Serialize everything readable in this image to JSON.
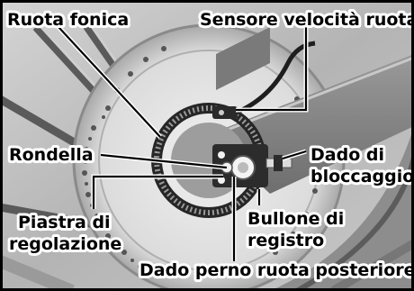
{
  "labels": {
    "tone_wheel": "Ruota fonica",
    "wheel_speed_sensor": "Sensore velocità ruota",
    "washer": "Rondella",
    "lock_nut_line1": "Dado di",
    "lock_nut_line2": "bloccaggio",
    "adjuster_bolt_line1": "Bullone di",
    "adjuster_bolt_line2": "registro",
    "adjusting_plate_line1": "Piastra di",
    "adjusting_plate_line2": "regolazione",
    "rear_axle_nut": "Dado perno ruota posteriore"
  },
  "colors": {
    "background": "#bfbfbf",
    "metal_dark": "#3a3a3a",
    "metal_light": "#e6e6e6",
    "label": "#000000",
    "border": "#000000"
  }
}
